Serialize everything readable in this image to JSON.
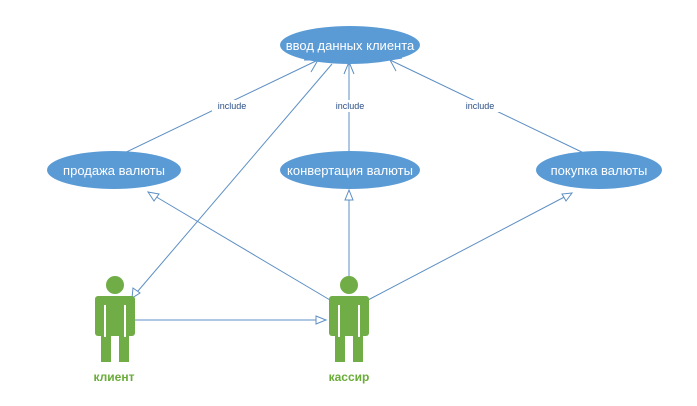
{
  "use_cases": {
    "input": "ввод данных клиента",
    "sell": "продажа валюты",
    "convert": "конвертация валюты",
    "buy": "покупка валюты"
  },
  "include_labels": {
    "sell": "include",
    "convert": "include",
    "buy": "include"
  },
  "actors": {
    "client": "клиент",
    "cashier": "кассир"
  },
  "colors": {
    "use_case_fill": "#5b9bd5",
    "actor_fill": "#70ad47",
    "edge": "#5d8fc4"
  }
}
